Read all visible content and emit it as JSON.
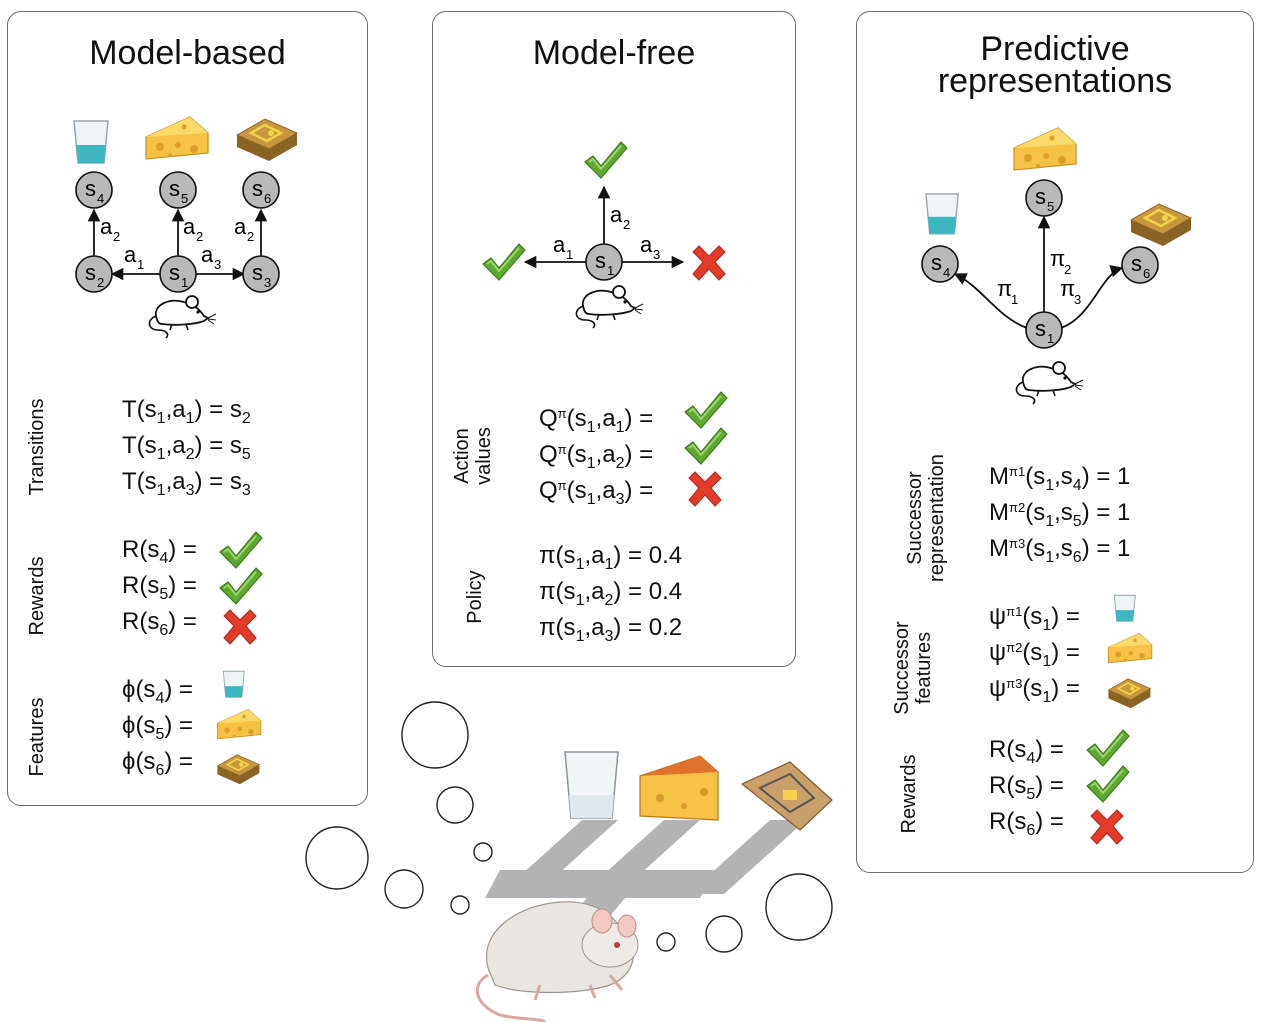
{
  "panels": {
    "model_based": {
      "title": "Model-based",
      "sections": {
        "transitions": "Transitions",
        "rewards": "Rewards",
        "features": "Features"
      },
      "nodes": {
        "s4": "4",
        "s5": "5",
        "s6": "6",
        "s2": "2",
        "s1": "1",
        "s3": "3"
      },
      "actions": {
        "a1": "1",
        "a2": "2",
        "a3": "3"
      }
    },
    "model_free": {
      "title": "Model-free",
      "sections": {
        "action_values_1": "Action",
        "action_values_2": "values",
        "policy": "Policy"
      },
      "policy_values": [
        "0.4",
        "0.4",
        "0.2"
      ]
    },
    "predictive": {
      "title_line1": "Predictive",
      "title_line2": "representations",
      "sections": {
        "successor_representation_1": "Successor",
        "successor_representation_2": "representation",
        "successor_features_1": "Successor",
        "successor_features_2": "features",
        "rewards": "Rewards"
      },
      "sr_values": [
        "1",
        "1",
        "1"
      ]
    }
  },
  "colors": {
    "check": "#5fa832",
    "cross": "#e23b2a",
    "node_fill": "#b9b9b9",
    "path_gray": "#b3b3b3",
    "water": "#3fb7c1",
    "cheese": "#f6c245",
    "trap": "#a8792f"
  },
  "icons": [
    "water-glass-icon",
    "cheese-icon",
    "mousetrap-icon",
    "check-icon",
    "cross-icon",
    "mouse-icon",
    "rat-image",
    "thought-bubble"
  ]
}
